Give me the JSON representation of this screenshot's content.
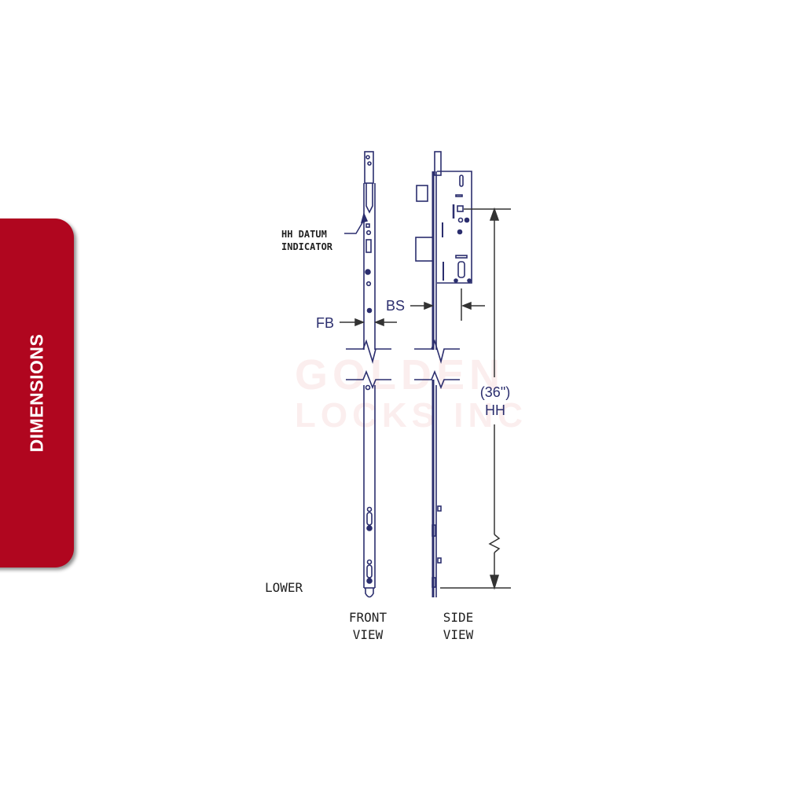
{
  "tab": {
    "label": "DIMENSIONS",
    "color": "#b0061f"
  },
  "watermark": {
    "line1": "GOLDEN",
    "line2": "LOCKS INC"
  },
  "labels": {
    "datum_line1": "HH DATUM",
    "datum_line2": "INDICATOR",
    "fb": "FB",
    "bs": "BS",
    "hh_value": "(36\")",
    "hh": "HH",
    "lower": "LOWER",
    "front_view_line1": "FRONT",
    "front_view_line2": "VIEW",
    "side_view_line1": "SIDE",
    "side_view_line2": "VIEW"
  },
  "colors": {
    "drawing": "#2b2e6e",
    "dimension": "#333333"
  }
}
